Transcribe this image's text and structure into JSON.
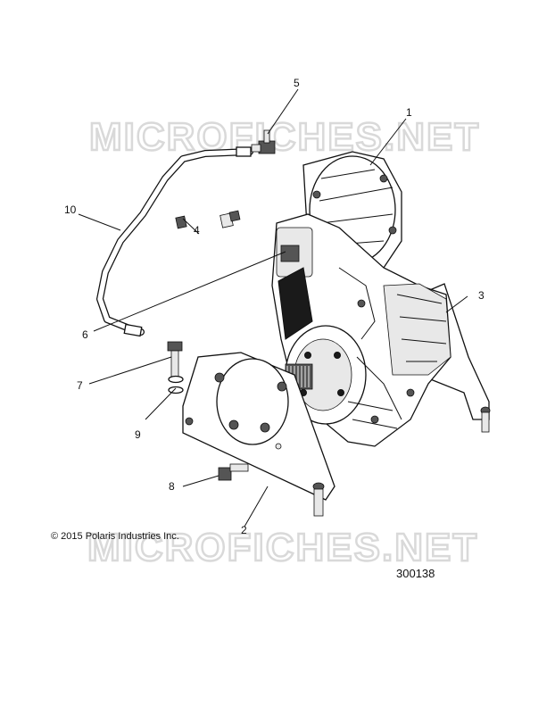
{
  "watermark": {
    "text": "MICROFICHES.NET"
  },
  "copyright": "© 2015 Polaris Industries Inc.",
  "part_number": "300138",
  "callouts": {
    "c1": "1",
    "c2": "2",
    "c3": "3",
    "c4": "4",
    "c5": "5",
    "c6": "6",
    "c7": "7",
    "c8": "8",
    "c9": "9",
    "c10": "10"
  }
}
